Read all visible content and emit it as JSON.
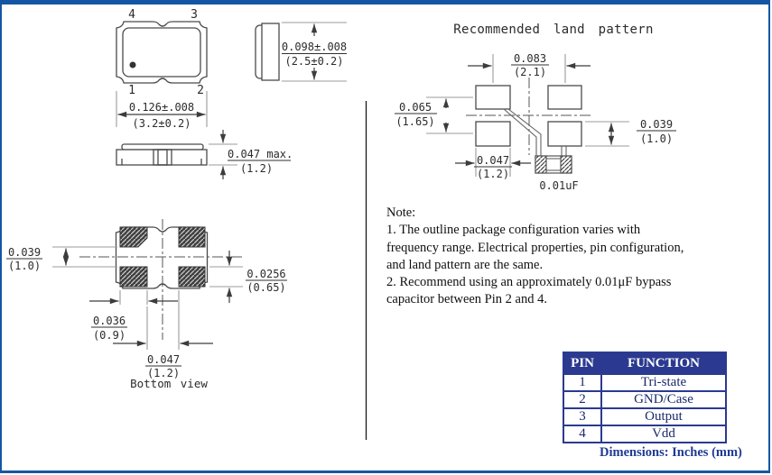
{
  "colors": {
    "frame_border": "#1456A4",
    "table_header_bg": "#2b3a90",
    "table_border": "#2b3a90",
    "table_text": "#1b2a6b",
    "footer_text": "#1f3a93",
    "line_dark": "#3c3c3c",
    "line_ext": "#9b9b9b"
  },
  "top_view": {
    "pin4": "4",
    "pin3": "3",
    "pin1": "1",
    "pin2": "2",
    "width_in": "0.126±.008",
    "width_mm": "(3.2±0.2)",
    "height_in": "0.098±.008",
    "height_mm": "(2.5±0.2)",
    "thickness_in": "0.047 max.",
    "thickness_mm": "(1.2)"
  },
  "bottom_view": {
    "label": "Bottom view",
    "pad_gap_v_in": "0.039",
    "pad_gap_v_mm": "(1.0)",
    "pad_h_in": "0.0256",
    "pad_h_mm": "(0.65)",
    "pad_w_in": "0.036",
    "pad_w_mm": "(0.9)",
    "pad_gap_h_in": "0.047",
    "pad_gap_h_mm": "(1.2)"
  },
  "land_pattern": {
    "title": "Recommended land pattern",
    "pitch_x_in": "0.083",
    "pitch_x_mm": "(2.1)",
    "pitch_y_in": "0.065",
    "pitch_y_mm": "(1.65)",
    "pad_h_in": "0.039",
    "pad_h_mm": "(1.0)",
    "pad_w_in": "0.047",
    "pad_w_mm": "(1.2)",
    "capacitor_label": "0.01uF"
  },
  "note": {
    "lines": [
      "Note:",
      "1. The outline package configuration varies with",
      "frequency range. Electrical properties, pin configuration,",
      "and land pattern are the same.",
      "2. Recommend using an approximately 0.01μF bypass",
      "capacitor between Pin 2 and 4."
    ]
  },
  "pin_table": {
    "headers": [
      "PIN",
      "FUNCTION"
    ],
    "rows": [
      [
        "1",
        "Tri-state"
      ],
      [
        "2",
        "GND/Case"
      ],
      [
        "3",
        "Output"
      ],
      [
        "4",
        "Vdd"
      ]
    ]
  },
  "footer": {
    "dimensions_label": "Dimensions: Inches (mm)"
  }
}
